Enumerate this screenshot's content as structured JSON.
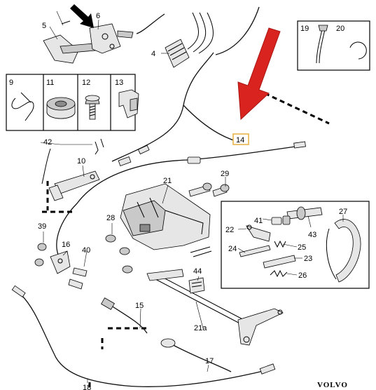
{
  "labels": {
    "p4": "4",
    "p5": "5",
    "p6": "6",
    "p9": "9",
    "p11": "11",
    "p12": "12",
    "p13": "13",
    "p14": "14",
    "p10": "10",
    "p15": "15",
    "p16": "16",
    "p17": "17",
    "p18": "18",
    "p19": "19",
    "p20": "20",
    "p21": "21",
    "p21a": "21a",
    "p22": "22",
    "p23": "23",
    "p24": "24",
    "p25": "25",
    "p26": "26",
    "p27": "27",
    "p28": "28",
    "p29": "29",
    "p39": "39",
    "p40": "40",
    "p41": "41",
    "p42": "42",
    "p43": "43",
    "p44": "44"
  },
  "brand": "VOLVO",
  "colors": {
    "highlight_arrow": "#d8231f",
    "callout_box": "#e8b44a",
    "line": "#000000"
  }
}
